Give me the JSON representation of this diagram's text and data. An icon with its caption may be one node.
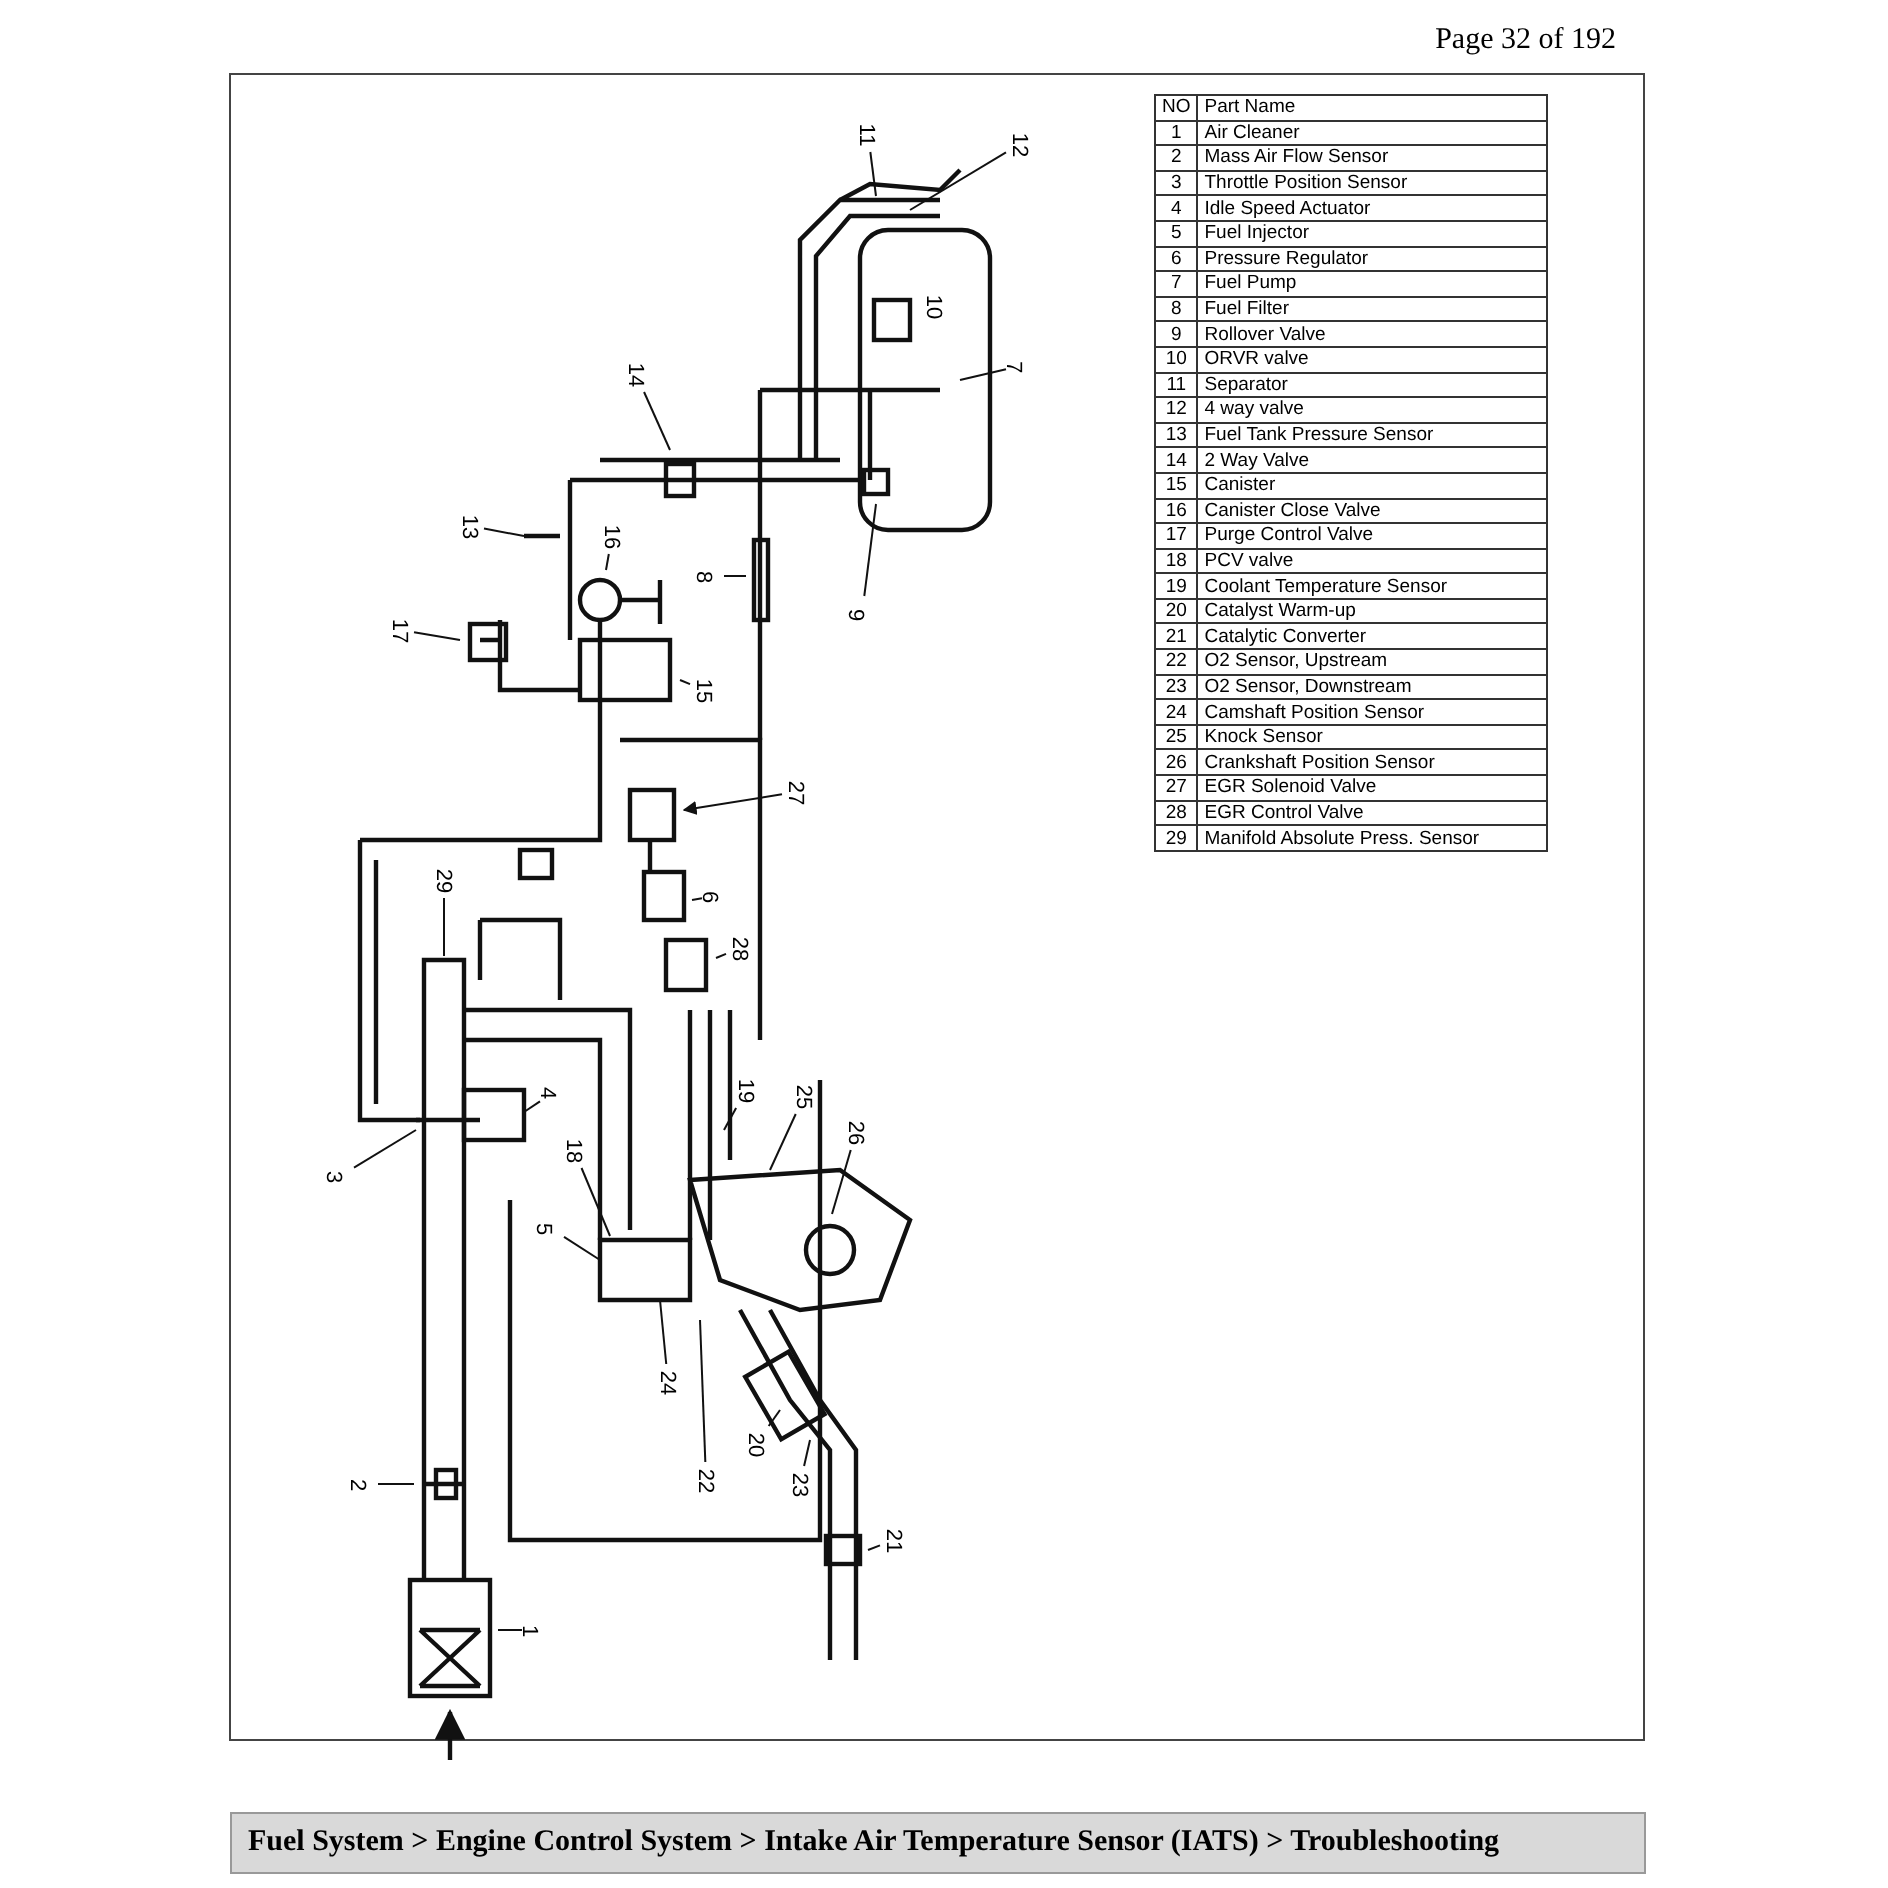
{
  "diagram": {
    "caption": "Fuel System > Engine Control System > Intake Air Temperature Sensor (IATS) > Troubleshooting",
    "nodes": [
      {
        "text": [
          "1"
        ]
      },
      {
        "text": [
          "2"
        ]
      },
      {
        "text": [
          "3"
        ]
      },
      {
        "text": [
          "4"
        ]
      },
      {
        "text": [
          "5"
        ]
      },
      {
        "text": [
          "6"
        ]
      },
      {
        "text": [
          "7"
        ]
      },
      {
        "text": [
          "8"
        ]
      },
      {
        "text": [
          "9"
        ]
      },
      {
        "text": [
          "11"
        ]
      },
      {
        "text": [
          "12"
        ]
      },
      {
        "text": [
          "13"
        ]
      },
      {
        "text": [
          "14"
        ]
      },
      {
        "text": [
          "15"
        ]
      },
      {
        "text": [
          "16"
        ]
      },
      {
        "text": [
          "17"
        ]
      },
      {
        "text": [
          "18"
        ]
      },
      {
        "text": [
          "19"
        ]
      },
      {
        "text": [
          "20"
        ]
      },
      {
        "text": [
          "21"
        ]
      },
      {
        "text": [
          "22"
        ]
      },
      {
        "text": [
          "23"
        ]
      },
      {
        "text": [
          "24"
        ]
      },
      {
        "text": [
          "25"
        ]
      },
      {
        "text": [
          "26"
        ]
      },
      {
        "text": [
          "27"
        ]
      },
      {
        "text": [
          "28"
        ]
      },
      {
        "text": [
          "29"
        ]
      }
    ],
    "edges": [
      {
        "from": 0,
        "to": null,
        "arrow": "none"
      },
      {
        "from": 1,
        "to": null,
        "arrow": "none"
      },
      {
        "from": 2,
        "to": null,
        "arrow": "none"
      },
      {
        "from": 3,
        "to": null,
        "arrow": "none"
      },
      {
        "from": 4,
        "to": null,
        "arrow": "none"
      },
      {
        "from": 5,
        "to": null,
        "arrow": "none"
      },
      {
        "from": 6,
        "to": null,
        "arrow": "none"
      },
      {
        "from": 7,
        "to": null,
        "arrow": "none"
      },
      {
        "from": 8,
        "to": null,
        "arrow": "none"
      },
      {
        "from": 9,
        "to": null,
        "arrow": "none"
      },
      {
        "from": 10,
        "to": null,
        "arrow": "none"
      },
      {
        "from": 11,
        "to": null,
        "arrow": "none"
      },
      {
        "from": 12,
        "to": null,
        "arrow": "none"
      },
      {
        "from": 13,
        "to": null,
        "arrow": "none"
      },
      {
        "from": 14,
        "to": null,
        "arrow": "none"
      },
      {
        "from": 15,
        "to": null,
        "arrow": "none"
      },
      {
        "from": 16,
        "to": null,
        "arrow": "none"
      },
      {
        "from": 17,
        "to": null,
        "arrow": "none"
      },
      {
        "from": 18,
        "to": null,
        "arrow": "none"
      },
      {
        "from": 19,
        "to": null,
        "arrow": "none"
      },
      {
        "from": 20,
        "to": null,
        "arrow": "none"
      },
      {
        "from": 21,
        "to": null,
        "arrow": "none"
      },
      {
        "from": 22,
        "to": null,
        "arrow": "none"
      },
      {
        "from": 23,
        "to": null,
        "arrow": "none"
      },
      {
        "from": 24,
        "to": null,
        "arrow": "none"
      },
      {
        "from": 25,
        "to": null,
        "arrow": "to"
      },
      {
        "from": 26,
        "to": null,
        "arrow": "none"
      },
      {
        "from": 27,
        "to": null,
        "arrow": "none"
      }
    ],
    "labels": [
      "Page 32 of 192",
      "10",
      "NO",
      "Part Name",
      "1",
      "Air Cleaner",
      "2",
      "Mass Air Flow Sensor",
      "3",
      "Throttle Position Sensor",
      "4",
      "Idle Speed Actuator",
      "5",
      "Fuel Injector",
      "6",
      "Pressure Regulator",
      "7",
      "Fuel Pump",
      "8",
      "Fuel Filter",
      "9",
      "Rollover Valve",
      "10",
      "ORVR valve",
      "11",
      "Separator",
      "12",
      "4 way valve",
      "13",
      "Fuel Tank Pressure Sensor",
      "14",
      "2 Way Valve",
      "15",
      "Canister",
      "16",
      "Canister Close Valve",
      "17",
      "Purge Control Valve",
      "18",
      "PCV valve",
      "19",
      "Coolant Temperature Sensor",
      "20",
      "Catalyst Warm-up",
      "21",
      "Catalytic Converter",
      "22",
      "O2 Sensor, Upstream",
      "23",
      "O2 Sensor, Downstream",
      "24",
      "Camshaft Position Sensor",
      "25",
      "Knock Sensor",
      "26",
      "Crankshaft Position Sensor",
      "27",
      "EGR Solenoid Valve",
      "28",
      "EGR Control Valve",
      "29",
      "Manifold Absolute Press. Sensor"
    ]
  }
}
